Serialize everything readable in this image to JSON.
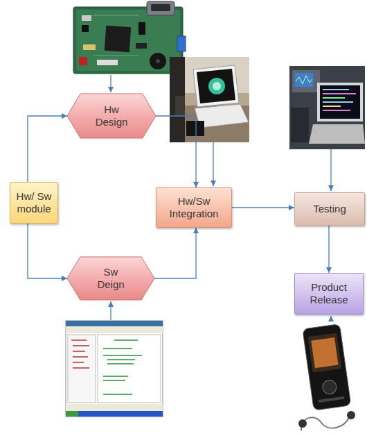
{
  "diagram": {
    "nodes": [
      {
        "text": [
          "Hw Design"
        ]
      },
      {
        "text": [
          "Hw/ Sw module"
        ]
      },
      {
        "text": [
          "Hw/Sw Integration"
        ]
      },
      {
        "text": [
          "Testing"
        ]
      },
      {
        "text": [
          "Sw Deign"
        ]
      },
      {
        "text": [
          "Product Release"
        ]
      }
    ],
    "edges": [
      {
        "from": 1,
        "to": 0,
        "arrow": "to"
      },
      {
        "from": 1,
        "to": 4,
        "arrow": "to"
      },
      {
        "from": 0,
        "to": 2,
        "arrow": "to"
      },
      {
        "from": 4,
        "to": 2,
        "arrow": "to"
      },
      {
        "from": 2,
        "to": 3,
        "arrow": "to"
      },
      {
        "from": 3,
        "to": 5,
        "arrow": "to"
      }
    ]
  }
}
